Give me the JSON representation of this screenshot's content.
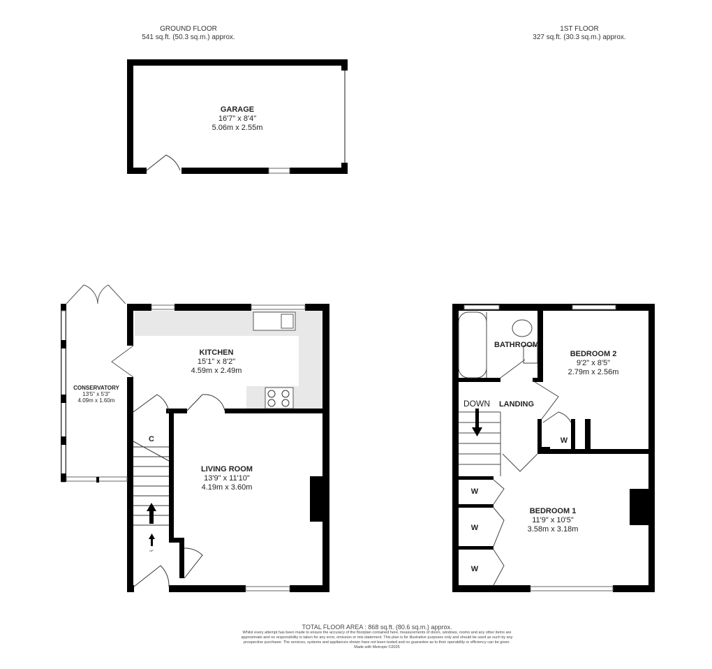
{
  "ground_floor": {
    "title": "GROUND FLOOR",
    "area": "541 sq.ft. (50.3 sq.m.) approx."
  },
  "first_floor": {
    "title": "1ST FLOOR",
    "area": "327 sq.ft. (30.3 sq.m.) approx."
  },
  "rooms": {
    "garage": {
      "name": "GARAGE",
      "imperial": "16'7\"  x 8'4\"",
      "metric": "5.06m  x 2.55m"
    },
    "kitchen": {
      "name": "KITCHEN",
      "imperial": "15'1\"  x 8'2\"",
      "metric": "4.59m  x 2.49m"
    },
    "conservatory": {
      "name": "CONSERVATORY",
      "imperial": "13'5\"  x 5'3\"",
      "metric": "4.09m  x 1.60m"
    },
    "living": {
      "name": "LIVING ROOM",
      "imperial": "13'9\"  x 11'10\"",
      "metric": "4.19m  x 3.60m"
    },
    "cupboard": {
      "name": "C"
    },
    "up": {
      "name": "UP"
    },
    "bathroom": {
      "name": "BATHROOM"
    },
    "bedroom2": {
      "name": "BEDROOM 2",
      "imperial": "9'2\"  x 8'5\"",
      "metric": "2.79m  x 2.56m"
    },
    "landing": {
      "name": "LANDING"
    },
    "down": {
      "name": "DOWN"
    },
    "bedroom1": {
      "name": "BEDROOM 1",
      "imperial": "11'9\"  x 10'5\"",
      "metric": "3.58m  x 3.18m"
    },
    "wardrobe": {
      "name": "W"
    }
  },
  "footer": {
    "total": "TOTAL FLOOR AREA : 868 sq.ft. (80.6 sq.m.) approx.",
    "disclaimer": "Whilst every attempt has been made to ensure the accuracy of the floorplan contained here, measurements of doors, windows, rooms and any other items are approximate and no responsibility is taken for any error, omission or mis-statement. This plan is for illustrative purposes only and should be used as such by any prospective purchaser. The services, systems and appliances shown have not been tested and no guarantee as to their operability or efficiency can be given.",
    "made_with": "Made with Metropix ©2025"
  }
}
